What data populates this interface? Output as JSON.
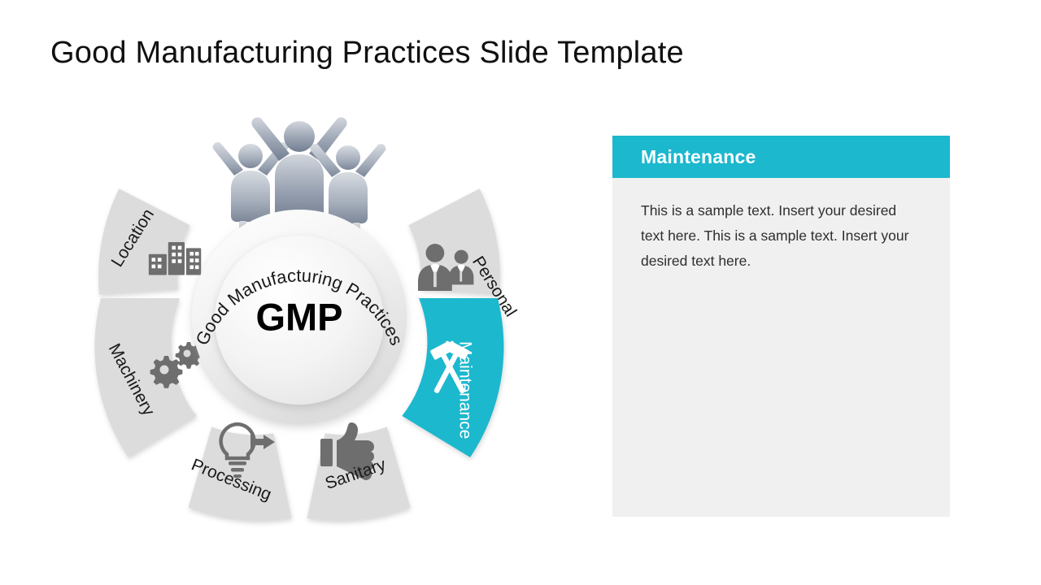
{
  "slide": {
    "title": "Good Manufacturing Practices Slide Template"
  },
  "diagram": {
    "center_label": "GMP",
    "arc_label": "Good Manufacturing Practices",
    "colors": {
      "petal_inactive": "#DCDCDC",
      "petal_active": "#1BB8CE",
      "icon_inactive": "#6E6E6E",
      "icon_active": "#FFFFFF",
      "label_inactive": "#1A1A1A",
      "label_active": "#FFFFFF"
    },
    "people_icon": "celebrating-people-icon",
    "segments": [
      {
        "id": "location",
        "label": "Location",
        "icon": "buildings-icon",
        "active": false
      },
      {
        "id": "personal",
        "label": "Personal",
        "icon": "people-business-icon",
        "active": false
      },
      {
        "id": "maintenance",
        "label": "Maintenance",
        "icon": "crossed-hammers-icon",
        "active": true
      },
      {
        "id": "sanitary",
        "label": "Sanitary",
        "icon": "thumbs-up-icon",
        "active": false
      },
      {
        "id": "processing",
        "label": "Processing",
        "icon": "lightbulb-plug-icon",
        "active": false
      },
      {
        "id": "machinery",
        "label": "Machinery",
        "icon": "gears-icon",
        "active": false
      }
    ]
  },
  "panel": {
    "title": "Maintenance",
    "body": "This is a sample text. Insert your desired text here. This is a sample text. Insert your desired text here.",
    "header_color": "#1BB8CE",
    "background_color": "#F0F0F0"
  }
}
